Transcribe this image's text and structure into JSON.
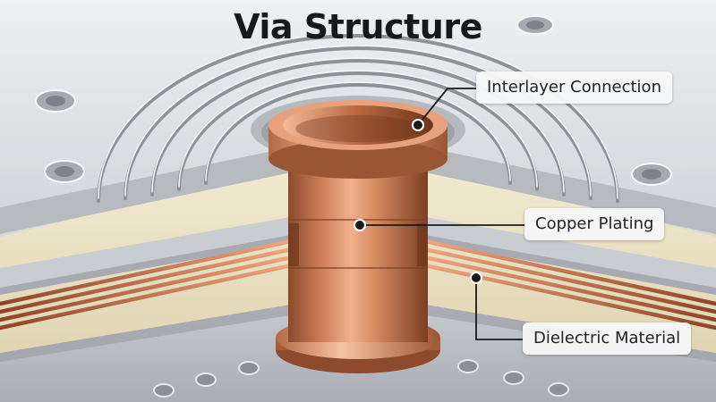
{
  "title": "Via Structure",
  "labels": {
    "interlayer": "Interlayer Connection",
    "copper": "Copper Plating",
    "dielectric": "Dielectric Material"
  },
  "colors": {
    "copper": "#c97a52",
    "copper_highlight": "#f0b08c",
    "copper_shadow": "#8a4a2c",
    "dielectric": "#ece3c6",
    "metal": "#d2d5d9"
  }
}
